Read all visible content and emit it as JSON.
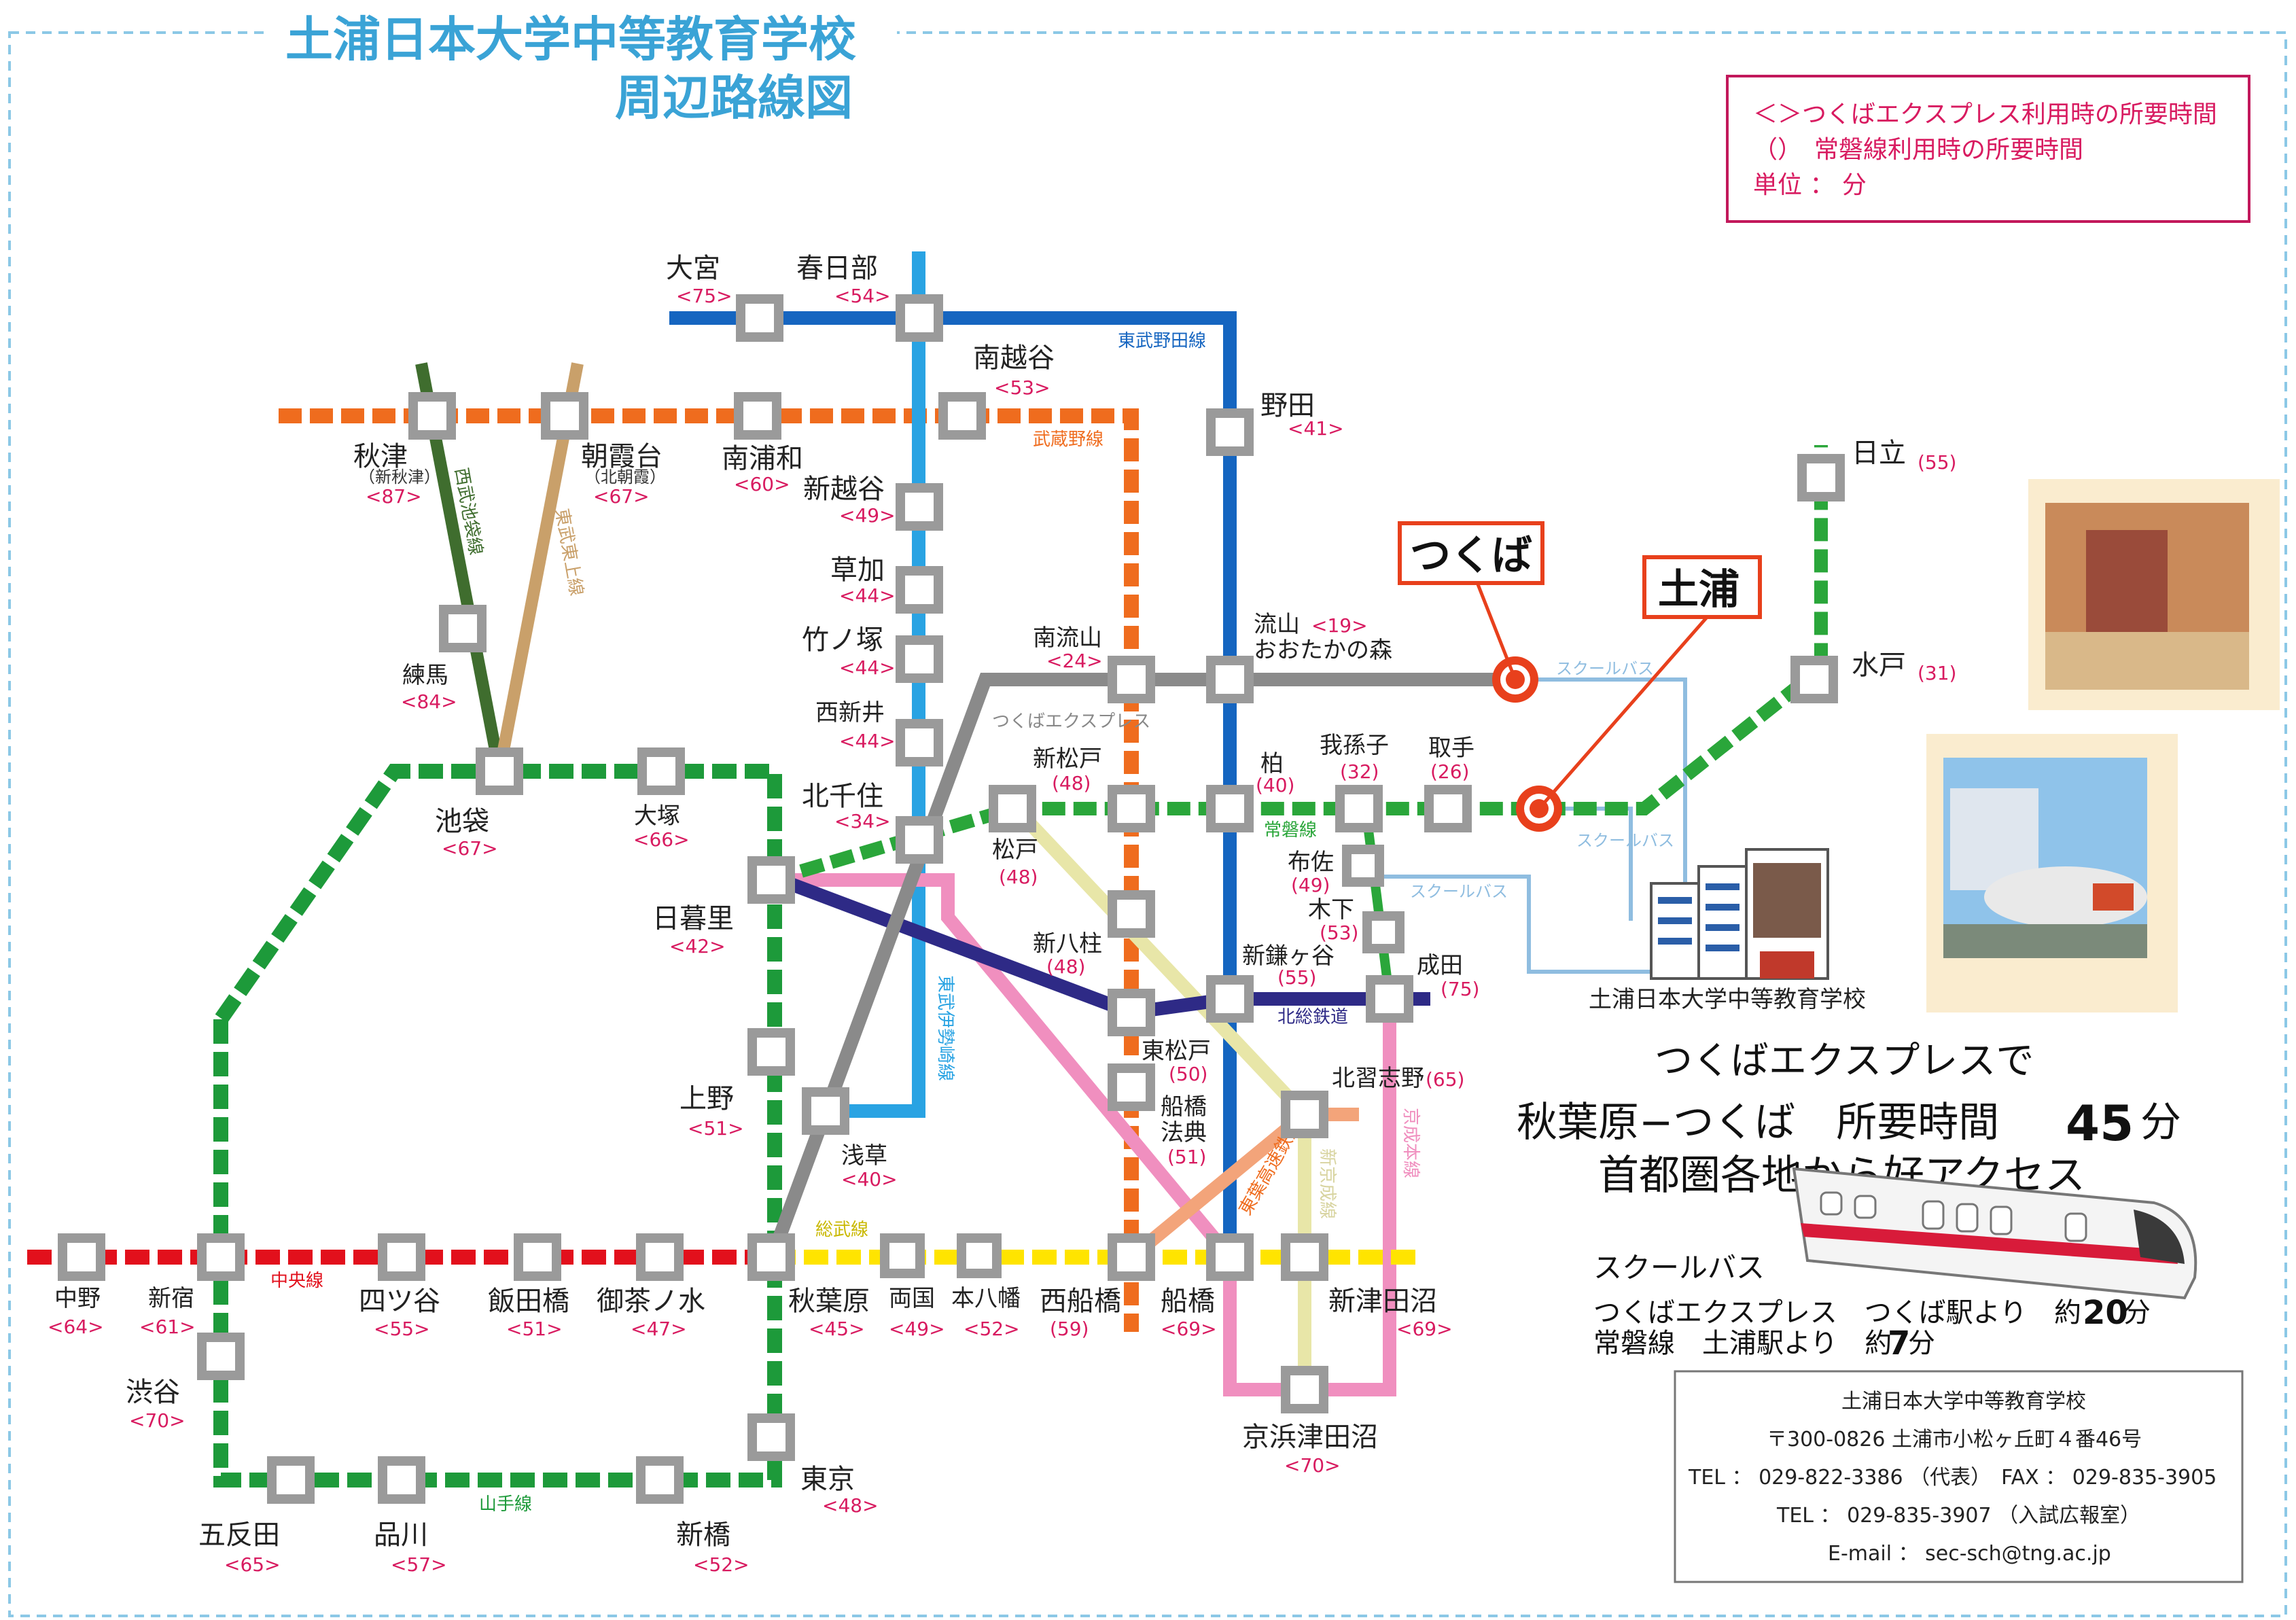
{
  "title": {
    "line1": "土浦日本大学中等教育学校",
    "line2": "周辺路線図"
  },
  "legend": {
    "tx_time": "＜＞つくばエクスプレス利用時の所要時間",
    "joban_time": "（）　常磐線利用時の所要時間",
    "unit": "単位 ： 分"
  },
  "lines": {
    "tobu_noda": "東武野田線",
    "musashino": "武蔵野線",
    "seibu_ikebukuro": "西武池袋線",
    "tobu_tojo": "東武東上線",
    "tobu_isesaki": "東武伊勢崎線",
    "tx": "つくばエクスプレス",
    "joban": "常磐線",
    "hokuso": "北総鉄道",
    "chuo": "中央線",
    "sobu": "総武線",
    "yamanote": "山手線",
    "toyo": "東葉高速鉄道",
    "shinkeisei": "新京成線",
    "keisei": "京成本線",
    "bus1": "スクールバス",
    "bus2": "スクールバス",
    "bus3": "スクールバス"
  },
  "stations": {
    "omiya": {
      "name": "大宮",
      "time": "<75>"
    },
    "kasukabe": {
      "name": "春日部",
      "time": "<54>"
    },
    "minamikoshigaya": {
      "name": "南越谷",
      "time": "<53>"
    },
    "noda": {
      "name": "野田",
      "time": "<41>"
    },
    "akitsu": {
      "name": "秋津",
      "sub": "（新秋津）",
      "time": "<87>"
    },
    "asakadai": {
      "name": "朝霞台",
      "sub": "（北朝霞）",
      "time": "<67>"
    },
    "minamiurawa": {
      "name": "南浦和",
      "time": "<60>"
    },
    "shinkoshigaya": {
      "name": "新越谷",
      "time": "<49>"
    },
    "soka": {
      "name": "草加",
      "time": "<44>"
    },
    "takenotsuka": {
      "name": "竹ノ塚",
      "time": "<44>"
    },
    "nishiarai": {
      "name": "西新井",
      "time": "<44>"
    },
    "nerima": {
      "name": "練馬",
      "time": "<84>"
    },
    "minaminagareyama": {
      "name": "南流山",
      "time": "<24>"
    },
    "nagareyama": {
      "name": "流山",
      "time": "<19>",
      "name2": "おおたかの森"
    },
    "tsukuba": {
      "name": "つくば"
    },
    "tsuchiura": {
      "name": "土浦"
    },
    "hitachi": {
      "name": "日立",
      "time": "(55)"
    },
    "mito": {
      "name": "水戸",
      "time": "(31)"
    },
    "ikebukuro": {
      "name": "池袋",
      "time": "<67>"
    },
    "otsuka": {
      "name": "大塚",
      "time": "<66>"
    },
    "kitasenju": {
      "name": "北千住",
      "time": "<34>"
    },
    "shinmatsudo": {
      "name": "新松戸",
      "time": "(48)"
    },
    "kashiwa": {
      "name": "柏",
      "time": "(40)"
    },
    "abiko": {
      "name": "我孫子",
      "time": "(32)"
    },
    "toride": {
      "name": "取手",
      "time": "(26)"
    },
    "nippori": {
      "name": "日暮里",
      "time": "<42>"
    },
    "matsudo": {
      "name": "松戸",
      "time": "(48)"
    },
    "fusa": {
      "name": "布佐",
      "time": "(49)"
    },
    "kinoshita": {
      "name": "木下",
      "time": "(53)"
    },
    "shinyahashira": {
      "name": "新八柱",
      "time": "(48)"
    },
    "shinkamagaya": {
      "name": "新鎌ヶ谷",
      "time": "(55)"
    },
    "narita": {
      "name": "成田",
      "time": "(75)"
    },
    "ueno": {
      "name": "上野",
      "time": "<51>"
    },
    "higashimatsudo": {
      "name": "東松戸",
      "time": "(50)"
    },
    "kitanarashino": {
      "name": "北習志野",
      "time": "(65)"
    },
    "asakusa": {
      "name": "浅草",
      "time": "<40>"
    },
    "funabashihoten": {
      "name": "船橋",
      "name2": "法典",
      "time": "(51)"
    },
    "nakano": {
      "name": "中野",
      "time": "<64>"
    },
    "shinjuku": {
      "name": "新宿",
      "time": "<61>"
    },
    "yotsuya": {
      "name": "四ツ谷",
      "time": "<55>"
    },
    "iidabashi": {
      "name": "飯田橋",
      "time": "<51>"
    },
    "ochanomizu": {
      "name": "御茶ノ水",
      "time": "<47>"
    },
    "akihabara": {
      "name": "秋葉原",
      "time": "<45>"
    },
    "ryogoku": {
      "name": "両国",
      "time": "<49>"
    },
    "motoyawata": {
      "name": "本八幡",
      "time": "<52>"
    },
    "nishifunabashi": {
      "name": "西船橋",
      "time": "(59)"
    },
    "funabashi": {
      "name": "船橋",
      "time": "<69>"
    },
    "shintsudanuma": {
      "name": "新津田沼",
      "time": "<69>"
    },
    "shibuya": {
      "name": "渋谷",
      "time": "<70>"
    },
    "tokyo": {
      "name": "東京",
      "time": "<48>"
    },
    "gotanda": {
      "name": "五反田",
      "time": "<65>"
    },
    "shinagawa": {
      "name": "品川",
      "time": "<57>"
    },
    "shinbashi": {
      "name": "新橋",
      "time": "<52>"
    },
    "keiseitsudanuma": {
      "name": "京浜津田沼",
      "time": "<70>"
    }
  },
  "school": {
    "name": "土浦日本大学中等教育学校"
  },
  "promo": {
    "line1": "つくばエクスプレスで",
    "line2a": "秋葉原−つくば　所要時間",
    "line2b": "45",
    "line2c": "分",
    "line3": "首都圏各地から好アクセス"
  },
  "bus": {
    "heading": "スクールバス",
    "tx_label": "つくばエクスプレス　つくば駅より　約",
    "tx_min": "20",
    "tx_unit": "分",
    "joban_label": "常磐線　土浦駅より　約",
    "joban_min": "7",
    "joban_unit": "分"
  },
  "contact": {
    "name": "土浦日本大学中等教育学校",
    "address": "〒300-0826 土浦市小松ヶ丘町４番46号",
    "tel": "TEL ： 029-822-3386 （代表）　FAX ： 029-835-3905",
    "tel2": "TEL ： 029-835-3907 （入試広報室）",
    "email": "E-mail ： sec-sch@tng.ac.jp"
  },
  "colors": {
    "title": "#3aa3d6",
    "time": "#d81b60",
    "tobu_noda": "#1565c0",
    "isesaki": "#29a3e3",
    "musashino": "#ef6c1e",
    "joban": "#2aa63a",
    "yamanote": "#1d9a3a",
    "chuo": "#e2101c",
    "sobu": "#ffe400",
    "tx": "#8a8a8a",
    "hokuso": "#2e2a86",
    "keisei": "#f08fbf",
    "shinkeisei": "#e8e6a8",
    "toyo": "#f3a47a",
    "tojo": "#c9a06a",
    "seibu": "#3f6d2e",
    "bus": "#8fbde0",
    "tsukuba": "#e8401c"
  }
}
